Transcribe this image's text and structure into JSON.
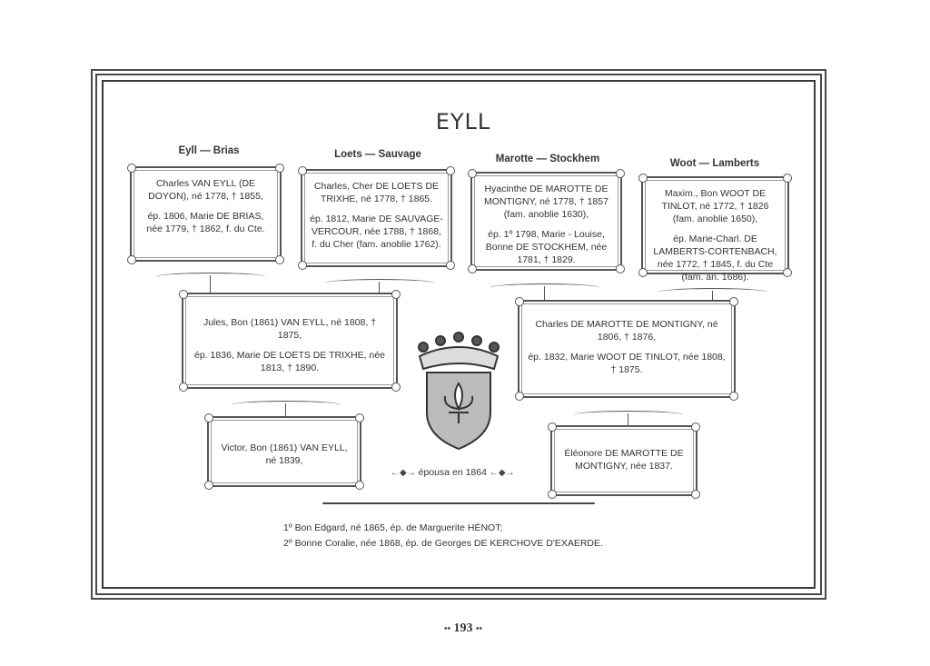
{
  "title": "EYLL",
  "headers": [
    "Eyll — Brias",
    "Loets — Sauvage",
    "Marotte — Stockhem",
    "Woot — Lamberts"
  ],
  "grandparents": [
    {
      "lines": [
        "Charles VAN EYLL (DE DOYON), né 1778, † 1855,",
        "ép. 1806, Marie DE BRIAS, née 1779, † 1862, f. du Cte."
      ]
    },
    {
      "lines": [
        "Charles, Cher DE LOETS DE TRIXHE, né 1778, † 1865.",
        "ép. 1812, Marie DE SAUVAGE-VERCOUR, née 1788, † 1868, f. du Cher (fam. anoblie 1762)."
      ]
    },
    {
      "lines": [
        "Hyacinthe DE MAROTTE DE MONTIGNY, né 1778, † 1857 (fam. anoblie 1630),",
        "ép. 1º 1798, Marie - Louise, Bonne DE STOCKHEM, née 1781, † 1829."
      ]
    },
    {
      "lines": [
        "Maxim., Bon WOOT DE TINLOT, né 1772, † 1826 (fam. anoblie 1650),",
        "ép. Marie-Charl. DE LAMBERTS-CORTENBACH, née 1772, † 1845, f. du Cte (fam. an. 1686)."
      ]
    }
  ],
  "parents": [
    {
      "lines": [
        "Jules, Bon (1861) VAN EYLL, né 1808, † 1875,",
        "ép. 1836, Marie DE LOETS DE TRIXHE, née 1813, † 1890."
      ]
    },
    {
      "lines": [
        "Charles DE MAROTTE DE MONTIGNY, né 1806, † 1876,",
        "ép. 1832, Marie WOOT DE TINLOT, née 1808, † 1875."
      ]
    }
  ],
  "couple": {
    "husband": "Victor, Bon (1861) VAN EYLL, né 1839,",
    "wife": "Éléonore DE MAROTTE DE MONTIGNY, née 1837.",
    "marriage": "épousa en 1864"
  },
  "children": [
    "1º Bon Edgard, né 1865, ép. de Marguerite HÉNOT;",
    "2º Bonne Coralie, née 1868, ép. de Georges DE KERCHOVE D'EXAERDE."
  ],
  "page_number": "193"
}
